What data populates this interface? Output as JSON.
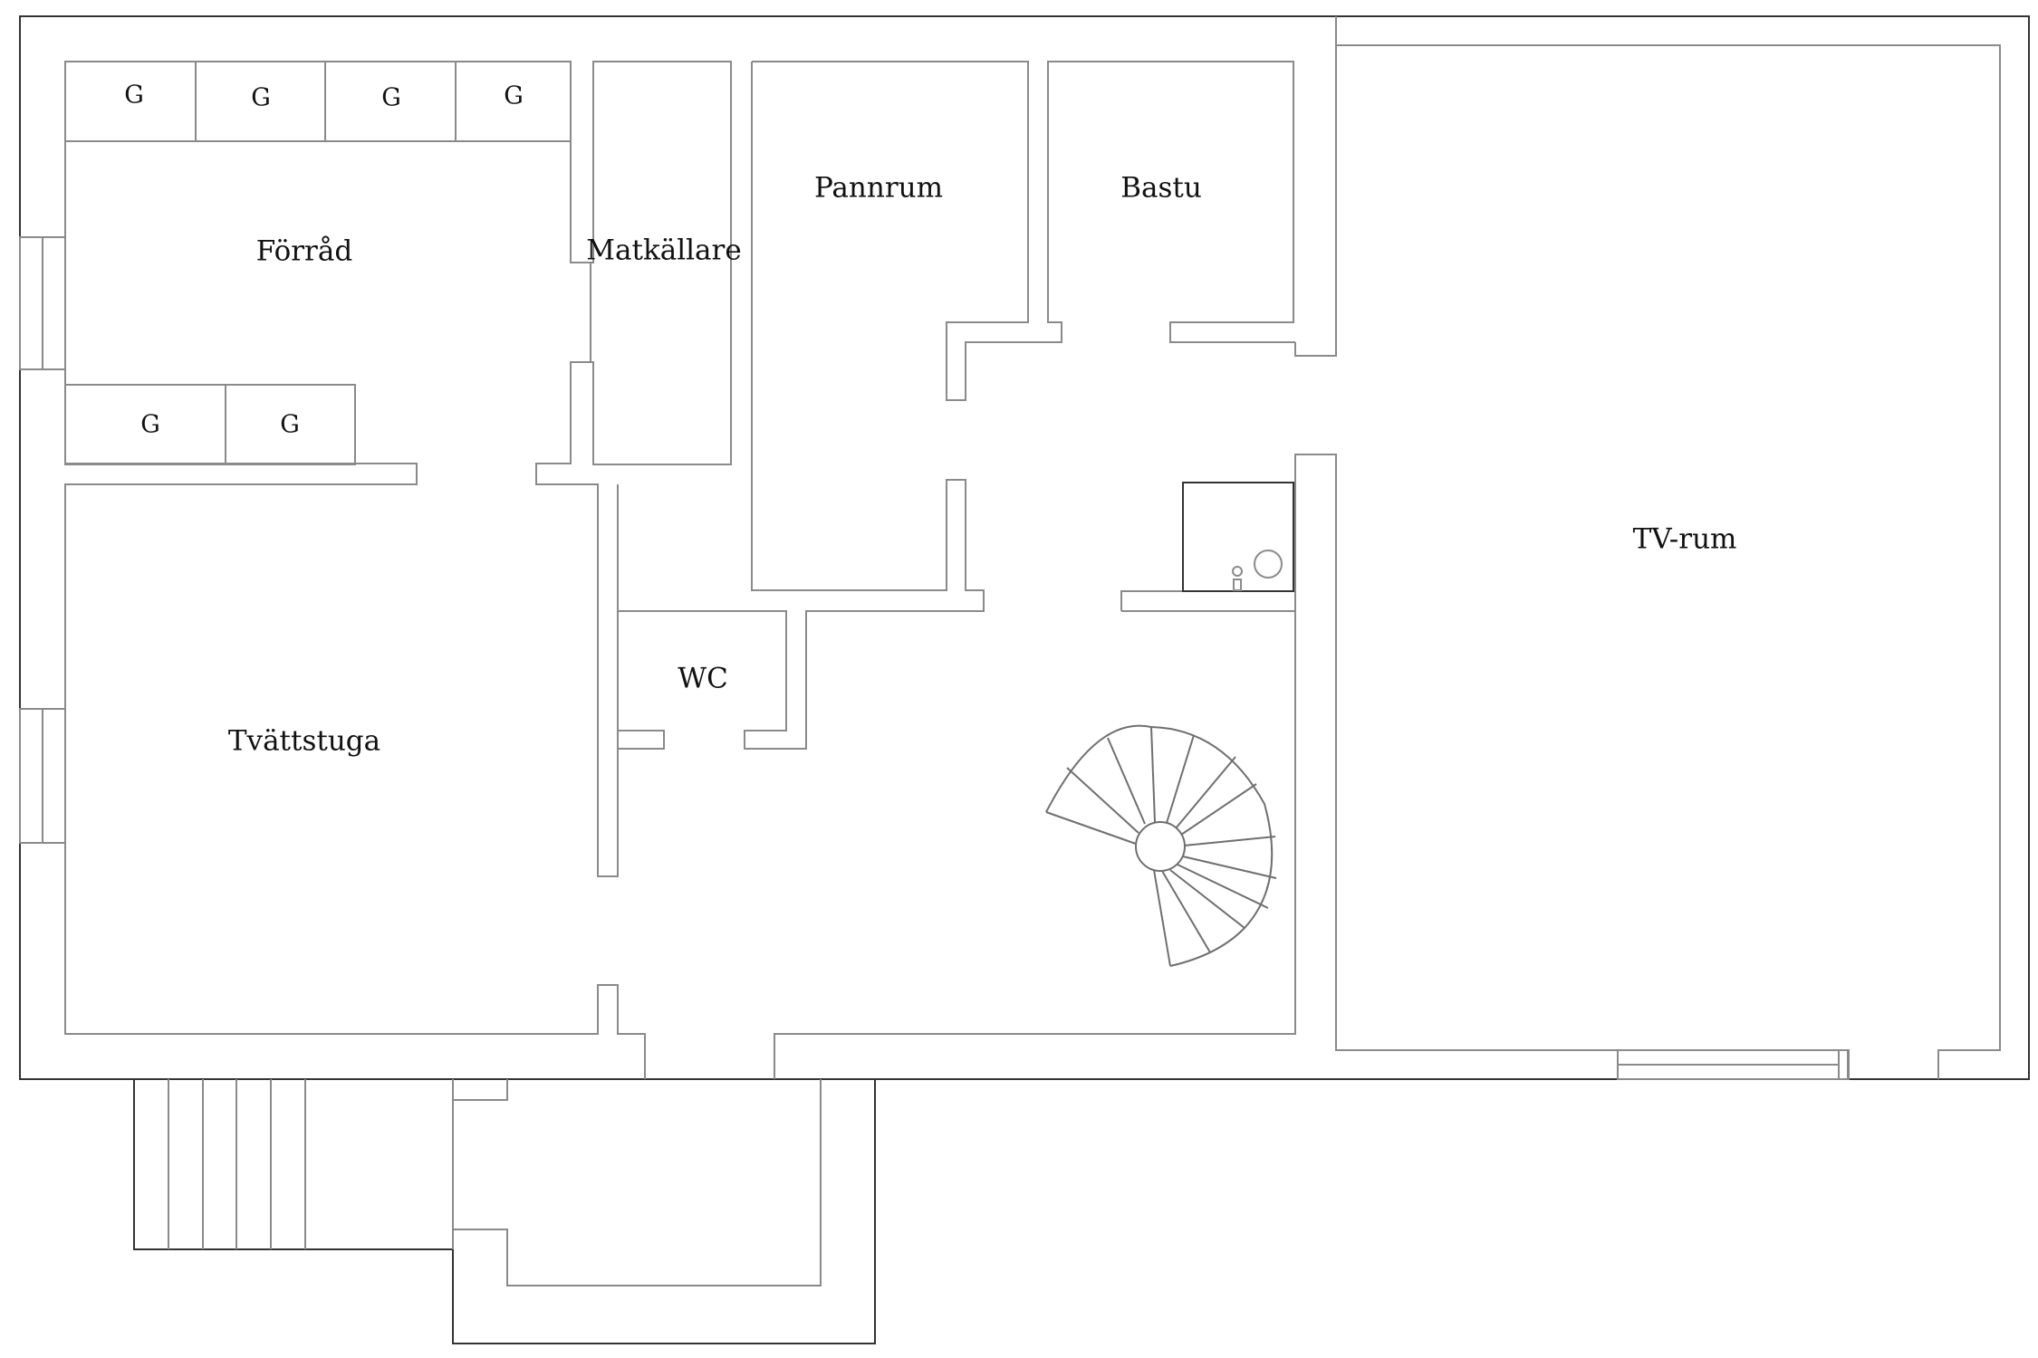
{
  "plan": {
    "wall_color": "#8a8a8a",
    "outline_color": "#333333",
    "rooms": {
      "forrad": "Förråd",
      "matkallare": "Matkällare",
      "pannrum": "Pannrum",
      "bastu": "Bastu",
      "tv_rum": "TV-rum",
      "wc": "WC",
      "tvattstuga": "Tvättstuga"
    },
    "storage": [
      "G",
      "G",
      "G",
      "G",
      "G",
      "G"
    ]
  }
}
